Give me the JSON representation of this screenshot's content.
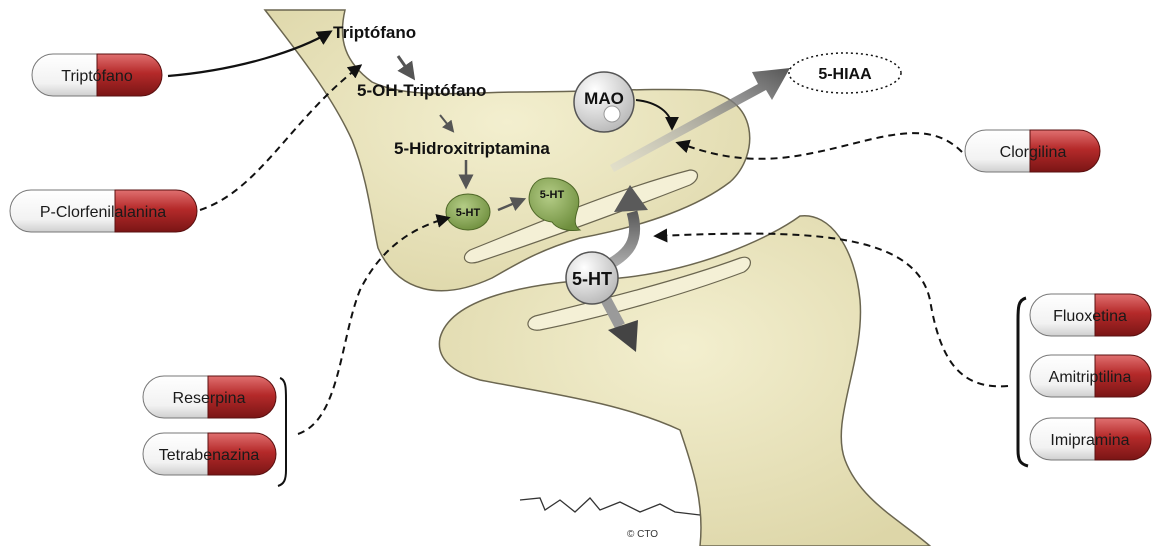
{
  "pathway": {
    "step1": "Triptófano",
    "step2": "5-OH-Triptófano",
    "step3": "5-Hidroxitriptamina"
  },
  "vesicles": {
    "left": "5-HT",
    "right": "5-HT"
  },
  "synaptic_label": "5-HT",
  "enzyme_label": "MAO",
  "metabolite_label": "5-HIAA",
  "drugs": {
    "tryptophan": "Triptófano",
    "pcpa": "P-Clorfenilalanina",
    "clorgiline": "Clorgilina",
    "reserpine": "Reserpina",
    "tetrabenazine": "Tetrabenazina",
    "fluoxetine": "Fluoxetina",
    "amitriptyline": "Amitriptilina",
    "imipramine": "Imipramina"
  },
  "copyright": "© CTO",
  "colors": {
    "neuron_fill": "#ebe5bd",
    "neuron_stroke": "#6b6650",
    "capsule_red": "#b52a2a",
    "capsule_white": "#ffffff",
    "vesicle_green": "#8fae5c",
    "arrow_gray": "#6f6f6f"
  }
}
